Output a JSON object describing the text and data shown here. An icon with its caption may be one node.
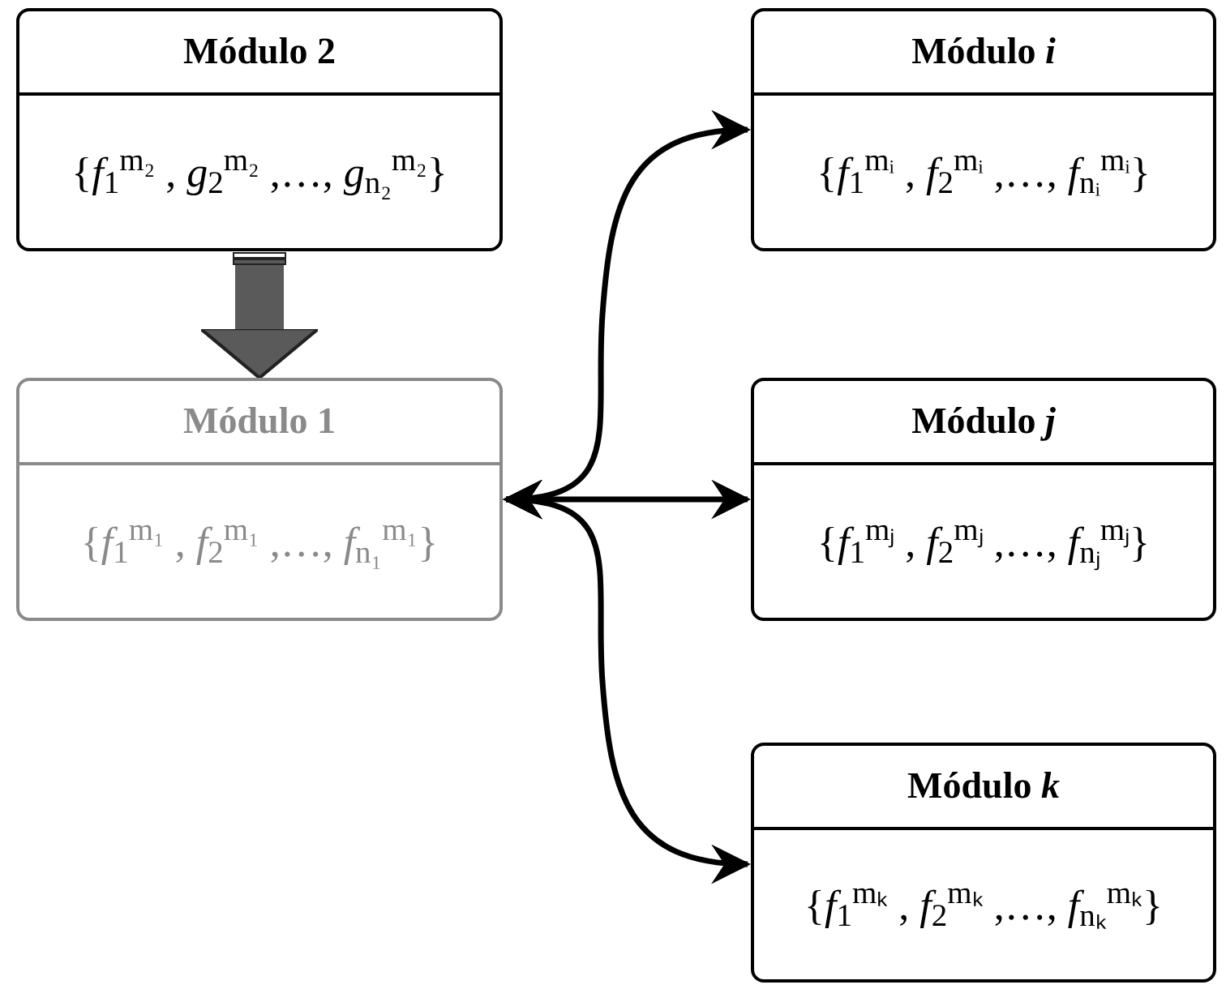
{
  "diagram": {
    "nodes": [
      {
        "text": [
          "Módulo 2",
          "{*f*$_{1}$$^{m₂}$ , *g*$_{2}$$^{m₂}$ ,…, *g*$_{n₂}$$^{m₂}$}"
        ]
      },
      {
        "text": [
          "Módulo 1",
          "{*f*$_{1}$$^{m₁}$ , *f*$_{2}$$^{m₁}$ ,…, *f*$_{n₁}$$^{m₁}$}"
        ]
      },
      {
        "text": [
          "Módulo *i*",
          "{*f*$_{1}$$^{mᵢ}$ , *f*$_{2}$$^{mᵢ}$ ,…, *f*$_{nᵢ}$$^{mᵢ}$}"
        ]
      },
      {
        "text": [
          "Módulo *j*",
          "{*f*$_{1}$$^{mⱼ}$ , *f*$_{2}$$^{mⱼ}$ ,…, *f*$_{nⱼ}$$^{mⱼ}$}"
        ]
      },
      {
        "text": [
          "Módulo *k*",
          "{*f*$_{1}$$^{mₖ}$ , *f*$_{2}$$^{mₖ}$ ,…, *f*$_{nₖ}$$^{mₖ}$}"
        ]
      }
    ],
    "edges": [
      {
        "from": 0,
        "to": 1,
        "arrow": "to",
        "style": "thick",
        "color": "#5a5a5a"
      },
      {
        "from": 1,
        "to": 2,
        "arrow": "both"
      },
      {
        "from": 1,
        "to": 3,
        "arrow": "both"
      },
      {
        "from": 1,
        "to": 4,
        "arrow": "both"
      }
    ]
  }
}
